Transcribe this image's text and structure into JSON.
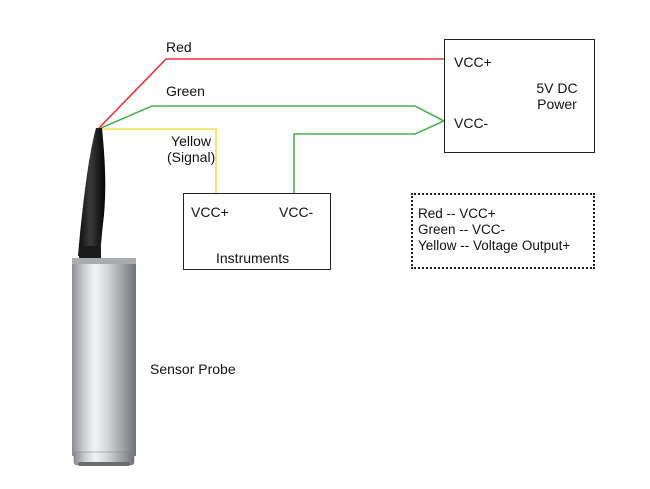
{
  "wires": {
    "red_label": "Red",
    "green_label": "Green",
    "yellow_label_line1": "Yellow",
    "yellow_label_line2": "(Signal)",
    "red_color": "#e8323c",
    "green_color": "#4caf50",
    "yellow_color": "#f3e24a"
  },
  "power_box": {
    "vcc_plus": "VCC+",
    "vcc_minus": "VCC-",
    "title_line1": "5V DC",
    "title_line2": "Power"
  },
  "instruments_box": {
    "vcc_plus": "VCC+",
    "vcc_minus": "VCC-",
    "title": "Instruments"
  },
  "legend": {
    "items": [
      "Red -- VCC+",
      "Green -- VCC-",
      "Yellow -- Voltage Output+"
    ]
  },
  "probe": {
    "label": "Sensor Probe"
  }
}
